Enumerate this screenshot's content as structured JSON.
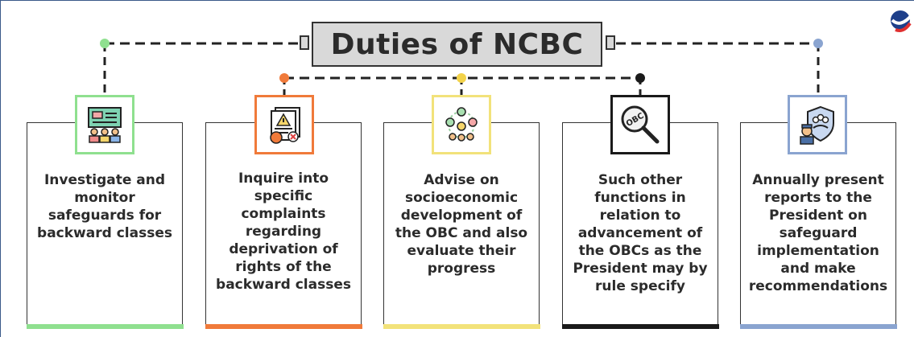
{
  "title": "Duties of NCBC",
  "colors": {
    "green": "#8fe08f",
    "orange": "#f07a3a",
    "yellow": "#f2e27a",
    "black": "#1a1a1a",
    "blue": "#8aa4d0"
  },
  "cards": [
    {
      "icon": "classroom-presentation-icon",
      "text": "Investigate and monitor safeguards for backward classes"
    },
    {
      "icon": "complaint-document-icon",
      "text": "Inquire into specific complaints regarding deprivation of rights of the backward classes"
    },
    {
      "icon": "community-development-icon",
      "text": "Advise on socioeconomic development of the OBC and also evaluate their progress"
    },
    {
      "icon": "obc-magnifier-icon",
      "text": "Such other functions in relation to advancement of the OBCs as the President may by rule specify"
    },
    {
      "icon": "shield-officer-icon",
      "text": "Annually present reports to the President on safeguard implementation and make recommendations"
    }
  ],
  "logo": "brand-logo-icon"
}
